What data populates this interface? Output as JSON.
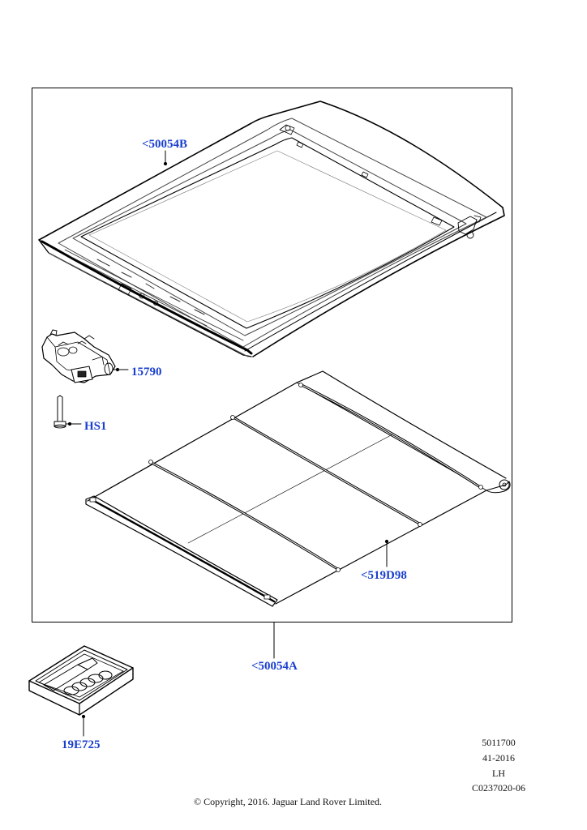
{
  "diagram": {
    "callouts": {
      "sunroof_glass": "<50054B",
      "motor": "15790",
      "screw": "HS1",
      "blind_rail": "<519D98",
      "blind_assembly": "<50054A",
      "repair_kit": "19E725"
    },
    "info_block": {
      "ref_number": "5011700",
      "date_code": "41-2016",
      "side": "LH",
      "illustration_id": "C0237020-06"
    },
    "copyright": "© Copyright, 2016. Jaguar Land Rover Limited.",
    "colors": {
      "callout_text": "#1a3fd0",
      "line_art": "#000000"
    }
  }
}
